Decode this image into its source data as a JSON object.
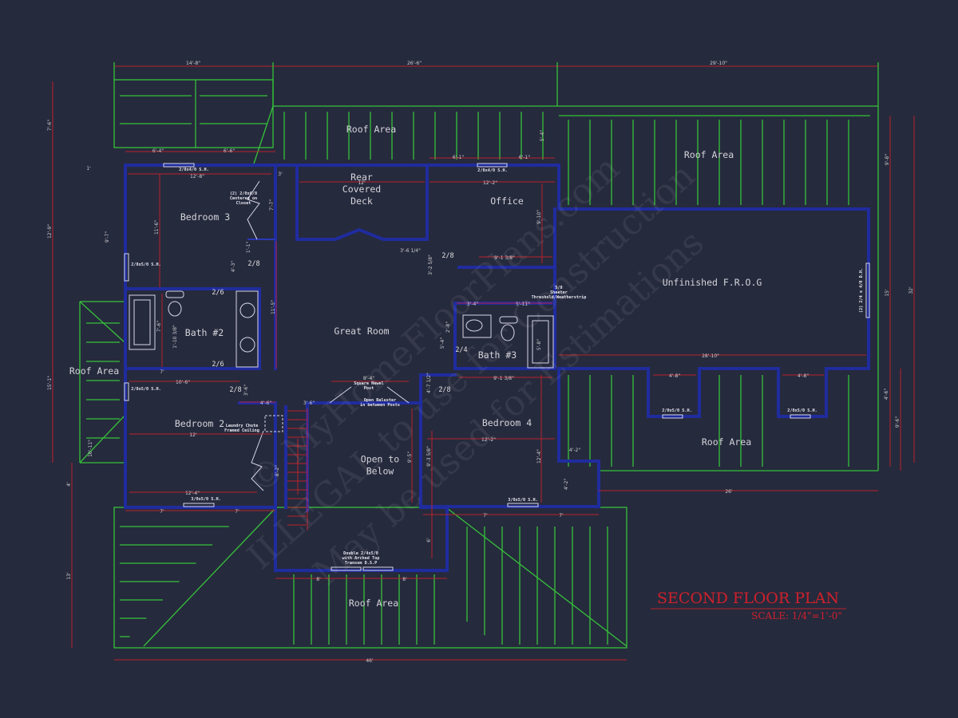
{
  "title": "SECOND FLOOR PLAN",
  "scale": "SCALE: 1/4\"=1'-0\"",
  "colors": {
    "background": "#262a3d",
    "walls": "#1f2c9e",
    "roof_lines": "#35c23a",
    "dimension_lines": "#b8232c",
    "title": "#d0202a"
  },
  "watermark": [
    "© MyHomeFloorPlans.com",
    "ILLEGAL to use for Construction",
    "May be used for Estimations"
  ],
  "rooms": [
    {
      "lines": [
        "Roof Area"
      ]
    },
    {
      "lines": [
        "Roof Area"
      ]
    },
    {
      "lines": [
        "Roof Area"
      ]
    },
    {
      "lines": [
        "Roof Area"
      ]
    },
    {
      "lines": [
        "Roof Area"
      ]
    },
    {
      "lines": [
        "Rear",
        "Covered",
        "Deck"
      ]
    },
    {
      "lines": [
        "Office"
      ]
    },
    {
      "lines": [
        "Bedroom 3"
      ]
    },
    {
      "lines": [
        "Bath #2"
      ]
    },
    {
      "lines": [
        "Great Room"
      ]
    },
    {
      "lines": [
        "Unfinished F.R.O.G"
      ]
    },
    {
      "lines": [
        "Bath #3"
      ]
    },
    {
      "lines": [
        "Bedroom 2"
      ]
    },
    {
      "lines": [
        "Open to",
        "Below"
      ]
    },
    {
      "lines": [
        "Bedroom 4"
      ]
    }
  ],
  "notes": [
    {
      "lines": [
        "2/8x4/0 S.H."
      ]
    },
    {
      "lines": [
        "2/8x4/0 S.H."
      ]
    },
    {
      "lines": [
        "(2) 2/0x6/8",
        "Centered on",
        "Closet"
      ]
    },
    {
      "lines": [
        "2/8x5/0 S.H."
      ]
    },
    {
      "lines": [
        "2/8x5/0 S.H."
      ]
    },
    {
      "lines": [
        "Laundry Chute",
        "Framed Ceiling"
      ]
    },
    {
      "lines": [
        "3/0x5/0 S.H."
      ]
    },
    {
      "lines": [
        "3/0x5/0 S.H."
      ]
    },
    {
      "lines": [
        "2/0x5/0 S.H."
      ]
    },
    {
      "lines": [
        "2/0x5/0 S.H."
      ]
    },
    {
      "lines": [
        "Square Newel",
        "Post"
      ]
    },
    {
      "lines": [
        "Open Baluster",
        "in between Posts"
      ]
    },
    {
      "lines": [
        "Double 2/4x5/0",
        "with Arched Top",
        "Transom D.S.P"
      ]
    },
    {
      "lines": [
        "5/8",
        "Sheeter",
        "Threshold/Weatherstrip"
      ]
    },
    {
      "lines": [
        "(2) 2/4 x 4/0 D.H."
      ]
    }
  ],
  "doors": [
    "2/8",
    "2/6",
    "2/6",
    "2/8",
    "2/8",
    "2/4",
    "2/8"
  ],
  "dimensions": [
    "14'-8\"",
    "26'-6\"",
    "29'-10\"",
    "6'-4\"",
    "6'-6\"",
    "12'-8\"",
    "3'",
    "12'",
    "6'-1\"",
    "6'-1\"",
    "12'-2\"",
    "5'-4\"",
    "9'-10\"",
    "11'-6\"",
    "9'-7\"",
    "1'",
    "12'-9\"",
    "7'-6\"",
    "15'-1\"",
    "4'",
    "13'",
    "10'-11\"",
    "7'-7\"",
    "1'-1\"",
    "4'-3\"",
    "11'-5\"",
    "7'-6\"",
    "1'-10 3/8\"",
    "7'",
    "10'-6\"",
    "3'-6\"",
    "4'-6\"",
    "3'-6\"",
    "8'-4\"",
    "12'",
    "12'-4\"",
    "7'",
    "7'",
    "8'-2\"",
    "3'-6 1/4\"",
    "3'-2 5/8\"",
    "9'-1 3/8\"",
    "3'-4\"",
    "5'-11\"",
    "2'-8\"",
    "5'-4\"",
    "5'-8\"",
    "9'-1 3/8\"",
    "4'-7 1/2\"",
    "28'-10\"",
    "4'-8\"",
    "4'-8\"",
    "9'-5\"",
    "9'-3 5/8\"",
    "12'-2\"",
    "12'-4\"",
    "4'-2\"",
    "4'-2\"",
    "26'",
    "7'",
    "7'",
    "6'",
    "8'",
    "8'",
    "46'",
    "9'-8\"",
    "15'",
    "32'",
    "4'-6\"",
    "9'-6\""
  ]
}
